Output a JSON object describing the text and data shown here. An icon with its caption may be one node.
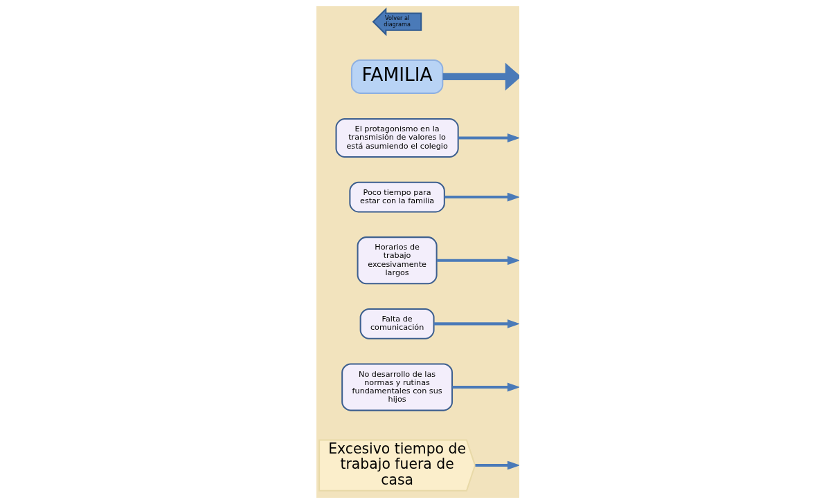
{
  "diagram": {
    "nodes": [
      {
        "text": [
          "Excesivo tiempo de trabajo fuera de casa"
        ]
      },
      {
        "text": [
          "No desarrollo de las normas y rutinas fundamentales con sus hijos"
        ]
      },
      {
        "text": [
          "Falta de comunicación"
        ]
      },
      {
        "text": [
          "Horarios de trabajo excesivamente largos"
        ]
      },
      {
        "text": [
          "Poco tiempo para estar con la familia"
        ]
      },
      {
        "text": [
          "El protagonismo en la transmisión de valores lo está asumiendo el colegio"
        ]
      },
      {
        "text": [
          "FAMILIA"
        ]
      },
      {
        "text": [
          "Volver al diagrama"
        ]
      }
    ],
    "edges": [
      {
        "from": 0,
        "to": null,
        "arrow": "to"
      },
      {
        "from": 1,
        "to": null,
        "arrow": "to"
      },
      {
        "from": 2,
        "to": null,
        "arrow": "to"
      },
      {
        "from": 3,
        "to": null,
        "arrow": "to"
      },
      {
        "from": 4,
        "to": null,
        "arrow": "to"
      },
      {
        "from": 5,
        "to": null,
        "arrow": "to"
      },
      {
        "from": 6,
        "to": null,
        "arrow": "to",
        "style": "thick"
      }
    ]
  }
}
